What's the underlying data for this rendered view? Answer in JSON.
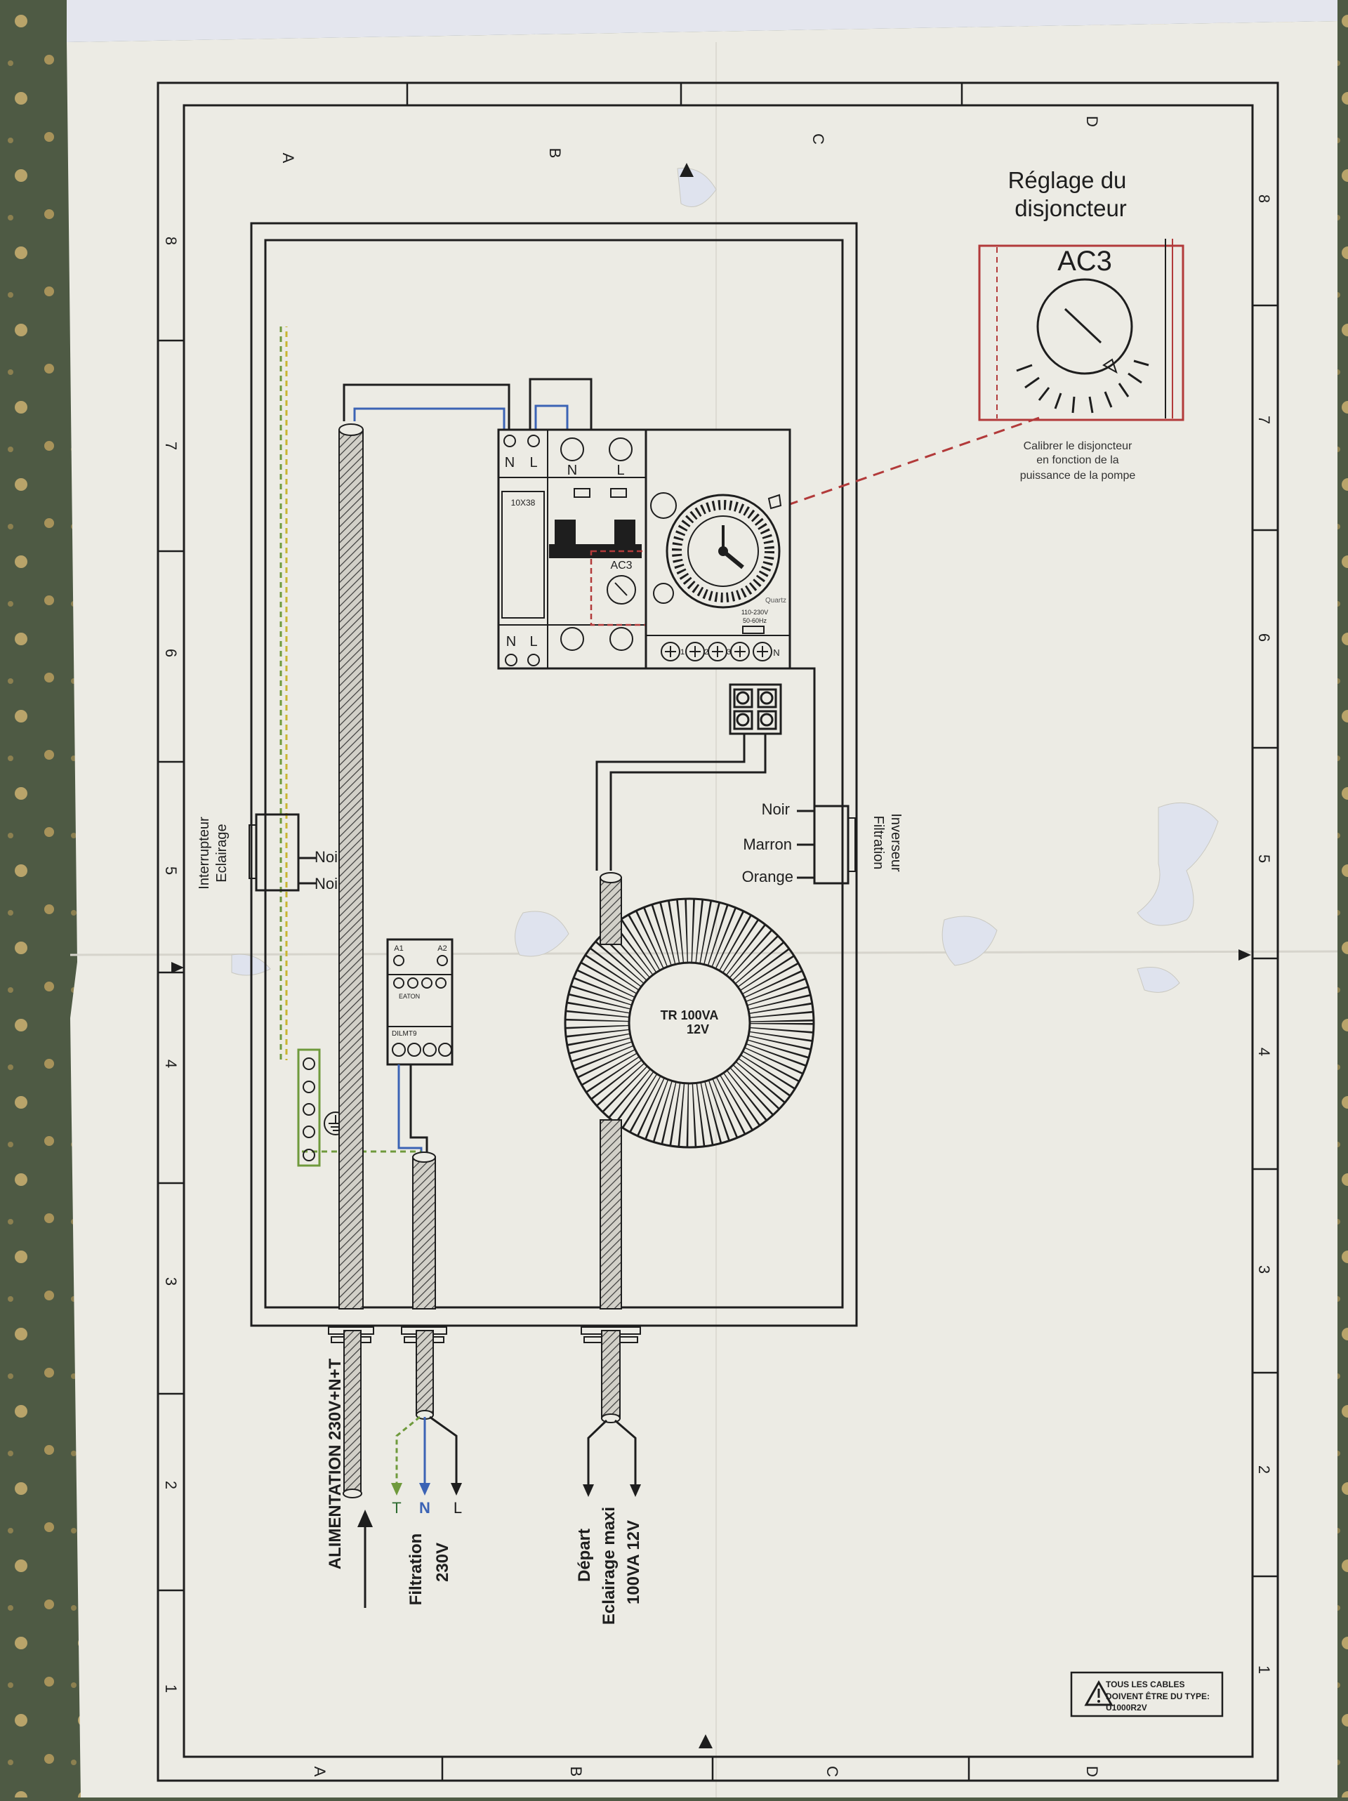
{
  "frame": {
    "col_labels": [
      "A",
      "B",
      "C",
      "D"
    ],
    "row_labels": [
      "8",
      "7",
      "6",
      "5",
      "4",
      "3",
      "2",
      "1"
    ]
  },
  "setting_panel": {
    "title_line1": "Réglage du",
    "title_line2": "disjoncteur",
    "dial_label": "AC3",
    "note_line1": "Calibrer le disjoncteur",
    "note_line2": "en fonction de la",
    "note_line3": "puissance de la pompe"
  },
  "breaker": {
    "top_terminals": [
      "N",
      "L",
      "N",
      "L"
    ],
    "bottom_terminals": [
      "N",
      "L"
    ],
    "fuse_label": "10X38",
    "dial_label": "AC3"
  },
  "timer": {
    "brand": "Quartz",
    "spec_line1": "110-230V",
    "spec_line2": "50-60Hz",
    "terminal_numbers": [
      "1",
      "2",
      "3"
    ],
    "neutral_label": "N"
  },
  "contactor": {
    "top_left": "A1",
    "top_right": "A2",
    "brand": "EATON",
    "model": "DILMT9"
  },
  "transformer": {
    "line1": "TR 100VA",
    "line2": "12V"
  },
  "switch_lighting": {
    "title_line1": "Interrupteur",
    "title_line2": "Eclairage",
    "wire1": "Noir",
    "wire2": "Noir"
  },
  "switch_filtration": {
    "title_line1": "Inverseur",
    "title_line2": "Filtration",
    "wire1": "Noir",
    "wire2": "Marron",
    "wire3": "Orange"
  },
  "cables": {
    "supply_label": "ALIMENTATION 230V+N+T",
    "filtration_line1": "Filtration",
    "filtration_line2": "230V",
    "filtration_conductors": [
      "T",
      "N",
      "L"
    ],
    "lighting_line1": "Départ",
    "lighting_line2": "Eclairage maxi",
    "lighting_line3": "100VA  12V"
  },
  "warning": {
    "line1": "TOUS LES CABLES",
    "line2": "DOIVENT ÊTRE DU TYPE:",
    "line3": "U1000R2V"
  },
  "colors": {
    "paper": "#ecebe4",
    "ink": "#1e1e1e",
    "red_dashed": "#b23a3a",
    "wire_blue": "#3b63b5",
    "earth_green": "#6f9a3c",
    "background": "#4e5a44"
  }
}
